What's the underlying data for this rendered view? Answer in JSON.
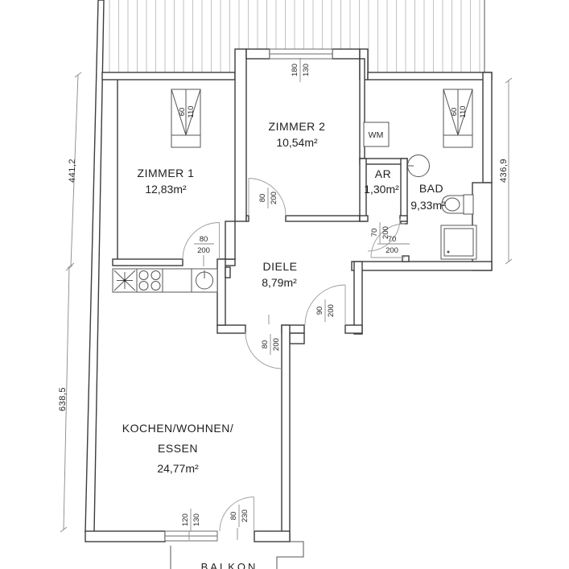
{
  "plan": {
    "rooms": {
      "zimmer1": {
        "name": "ZIMMER 1",
        "area": "12,83m²"
      },
      "zimmer2": {
        "name": "ZIMMER 2",
        "area": "10,54m²"
      },
      "ar": {
        "name": "AR",
        "area": "1,30m²"
      },
      "bad": {
        "name": "BAD",
        "area": "9,33m²"
      },
      "diele": {
        "name": "DIELE",
        "area": "8,79m²"
      },
      "wohnen": {
        "name_line1": "KOCHEN/WOHNEN/",
        "name_line2": "ESSEN",
        "area": "24,77m²"
      },
      "balkon": {
        "name": "BALKON"
      }
    },
    "fixtures": {
      "washing_machine": "WM"
    },
    "dimensions": {
      "left_upper": "441,2",
      "left_lower": "638,5",
      "right": "436,9"
    },
    "openings": {
      "z1_roof_window": {
        "num": "60",
        "den": "110"
      },
      "bad_roof_window": {
        "num": "60",
        "den": "110"
      },
      "z2_window": {
        "num": "180",
        "den": "130"
      },
      "kitchen_window": {
        "num": "120",
        "den": "130"
      },
      "z1_door": {
        "num": "80",
        "den": "200"
      },
      "z2_door": {
        "num": "80",
        "den": "200"
      },
      "ar_door": {
        "num": "70",
        "den": "200"
      },
      "bad_door": {
        "num": "70",
        "den": "200"
      },
      "diele_kitchen_door": {
        "num": "90",
        "den": "200"
      },
      "kitchen_hall_door": {
        "num": "80",
        "den": "200"
      },
      "balcony_door": {
        "num": "80",
        "den": "230"
      }
    },
    "colors": {
      "wall": "#3c3c3c",
      "hatch": "#b3b3b3",
      "arc": "#9a9a9a",
      "text": "#1f1f1f",
      "background": "#ffffff"
    }
  }
}
